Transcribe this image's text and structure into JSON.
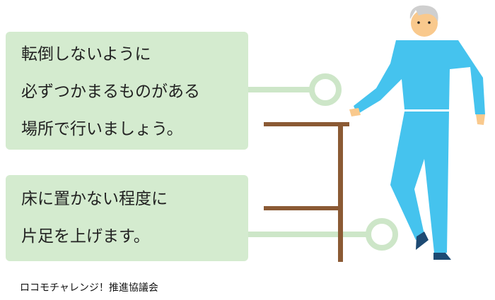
{
  "tip1": {
    "lines": [
      "転倒しないように",
      "必ずつかまるものがある",
      "場所で行いましょう。"
    ]
  },
  "tip2": {
    "lines": [
      "床に置かない程度に",
      "片足を上げます。"
    ]
  },
  "credit": "ロコモチャレンジ！推進協議会",
  "colors": {
    "box": "#d4ebcf",
    "connector": "#cde6c8",
    "table": "#8b5a34",
    "clothes": "#45c3ee",
    "skin": "#f9c98d",
    "hair": "#cfcfcf",
    "shoes": "#1d4a73"
  }
}
